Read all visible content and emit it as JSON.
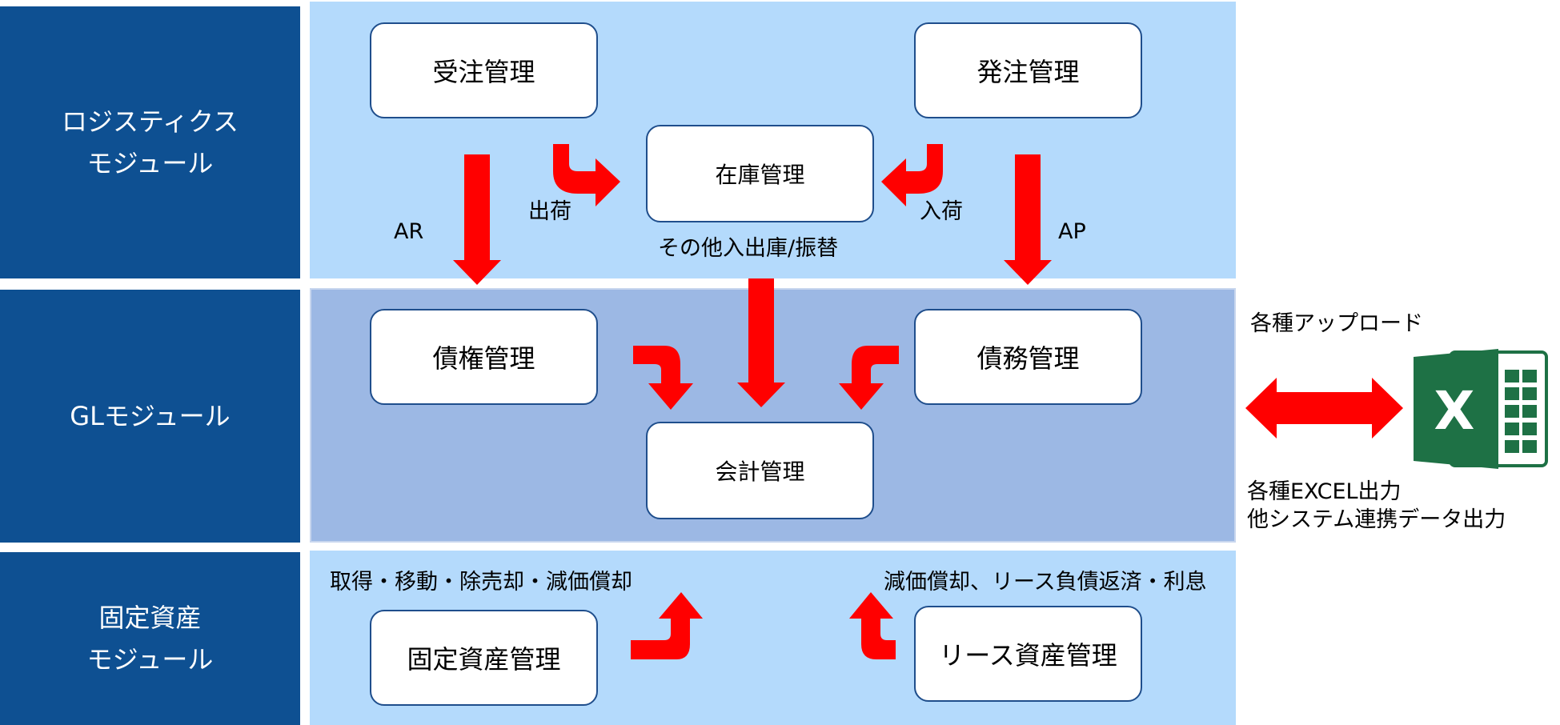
{
  "modules": {
    "logistics": [
      "ロジスティクス",
      "モジュール"
    ],
    "gl": [
      "GLモジュール"
    ],
    "fixed_assets": [
      "固定資産",
      "モジュール"
    ]
  },
  "boxes": {
    "order_receiving": "受注管理",
    "purchase_ordering": "発注管理",
    "inventory": "在庫管理",
    "receivables": "債権管理",
    "payables": "債務管理",
    "accounting": "会計管理",
    "fixed_asset_mgmt": "固定資産管理",
    "lease_asset_mgmt": "リース資産管理"
  },
  "flow_labels": {
    "ar": "AR",
    "ap": "AP",
    "shipping": "出荷",
    "receiving": "入荷",
    "other_stock": "その他入出庫/振替",
    "fixed_asset_ops": "取得・移動・除売却・減価償却",
    "lease_ops": "減価償却、リース負債返済・利息"
  },
  "excel": {
    "upload": "各種アップロード",
    "export_line1": "各種EXCEL出力",
    "export_line2": "他システム連携データ出力",
    "icon_letter": "X"
  },
  "colors": {
    "module_bg": "#0e5092",
    "band_light": "#b4dafc",
    "band_gl": "#9cb8e4",
    "arrow": "#ff0000",
    "excel_green": "#1e7145"
  }
}
